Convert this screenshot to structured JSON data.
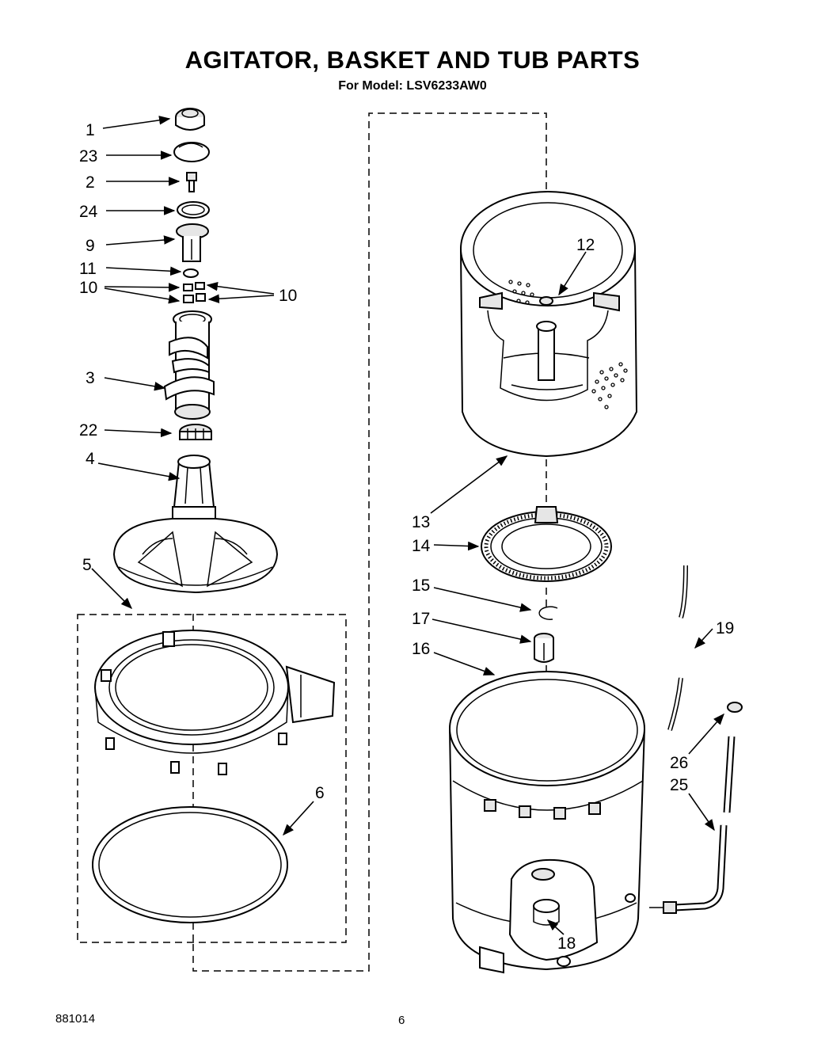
{
  "header": {
    "title": "AGITATOR, BASKET AND TUB PARTS",
    "subtitle": "For Model: LSV6233AW0"
  },
  "callouts": {
    "c1": "1",
    "c23": "23",
    "c2": "2",
    "c24": "24",
    "c9": "9",
    "c11": "11",
    "c10a": "10",
    "c10b": "10",
    "c3": "3",
    "c22": "22",
    "c4": "4",
    "c5": "5",
    "c6": "6",
    "c12": "12",
    "c13": "13",
    "c14": "14",
    "c15": "15",
    "c17": "17",
    "c16": "16",
    "c19": "19",
    "c26": "26",
    "c25": "25",
    "c18": "18"
  },
  "footer": {
    "code": "881014",
    "page": "6"
  }
}
